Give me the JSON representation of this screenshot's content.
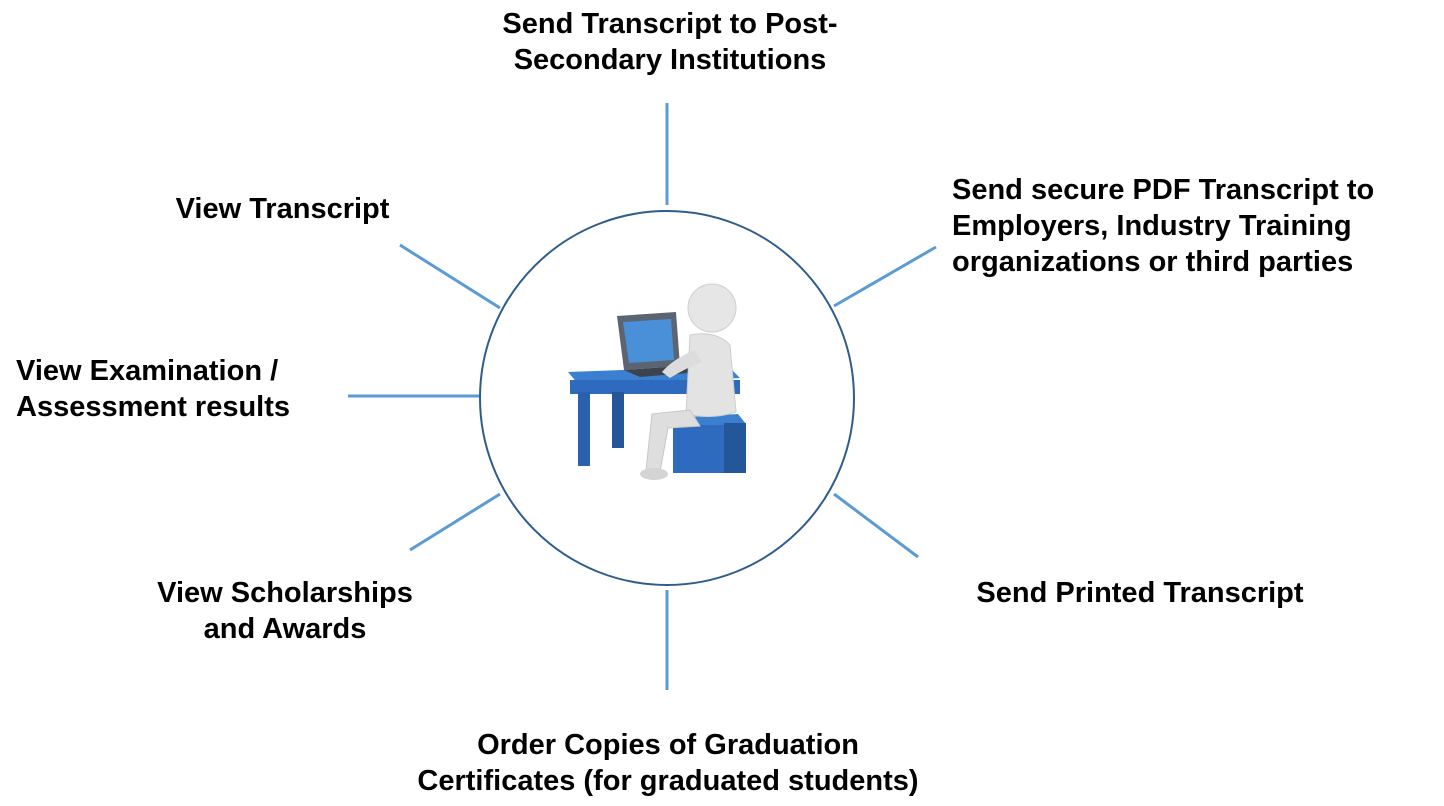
{
  "diagram": {
    "center_image": "person-at-laptop-desk",
    "colors": {
      "connector": "#5b9bd5",
      "circle": "#2e5d8c",
      "desk": "#2e6bbf",
      "figure": "#e8e8e8",
      "screen": "#4a90d9",
      "text": "#000000"
    },
    "nodes": [
      {
        "id": "post-secondary",
        "lines": [
          "Send Transcript to Post-",
          "Secondary Institutions"
        ]
      },
      {
        "id": "view-transcript",
        "lines": [
          "View Transcript"
        ]
      },
      {
        "id": "secure-pdf",
        "lines": [
          "Send secure PDF Transcript to",
          "Employers, Industry Training",
          "organizations or third parties"
        ]
      },
      {
        "id": "exam-results",
        "lines": [
          "View Examination /",
          "Assessment results"
        ]
      },
      {
        "id": "scholarships",
        "lines": [
          "View Scholarships",
          "and Awards"
        ]
      },
      {
        "id": "printed-transcript",
        "lines": [
          "Send Printed Transcript"
        ]
      },
      {
        "id": "graduation-certificates",
        "lines": [
          "Order Copies of Graduation",
          "Certificates (for graduated students)"
        ]
      }
    ]
  }
}
